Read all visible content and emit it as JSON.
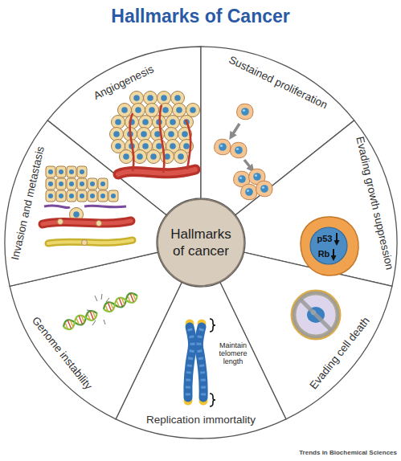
{
  "diagram": {
    "title": "Hallmarks of Cancer",
    "nodes": [
      {
        "text": [
          "Hallmarks of cancer"
        ]
      },
      {
        "text": [
          "Angiogenesis"
        ]
      },
      {
        "text": [
          "Sustained proliferation"
        ]
      },
      {
        "text": [
          "Evading growth suppression"
        ]
      },
      {
        "text": [
          "Evading cell death"
        ]
      },
      {
        "text": [
          "Replication immortality"
        ]
      },
      {
        "text": [
          "Genome instability"
        ]
      },
      {
        "text": [
          "Invasion and metastasis"
        ]
      }
    ],
    "labels": [
      "p53",
      "Rb",
      "Maintain telomere length",
      "Trends in Biochemical Sciences"
    ]
  }
}
